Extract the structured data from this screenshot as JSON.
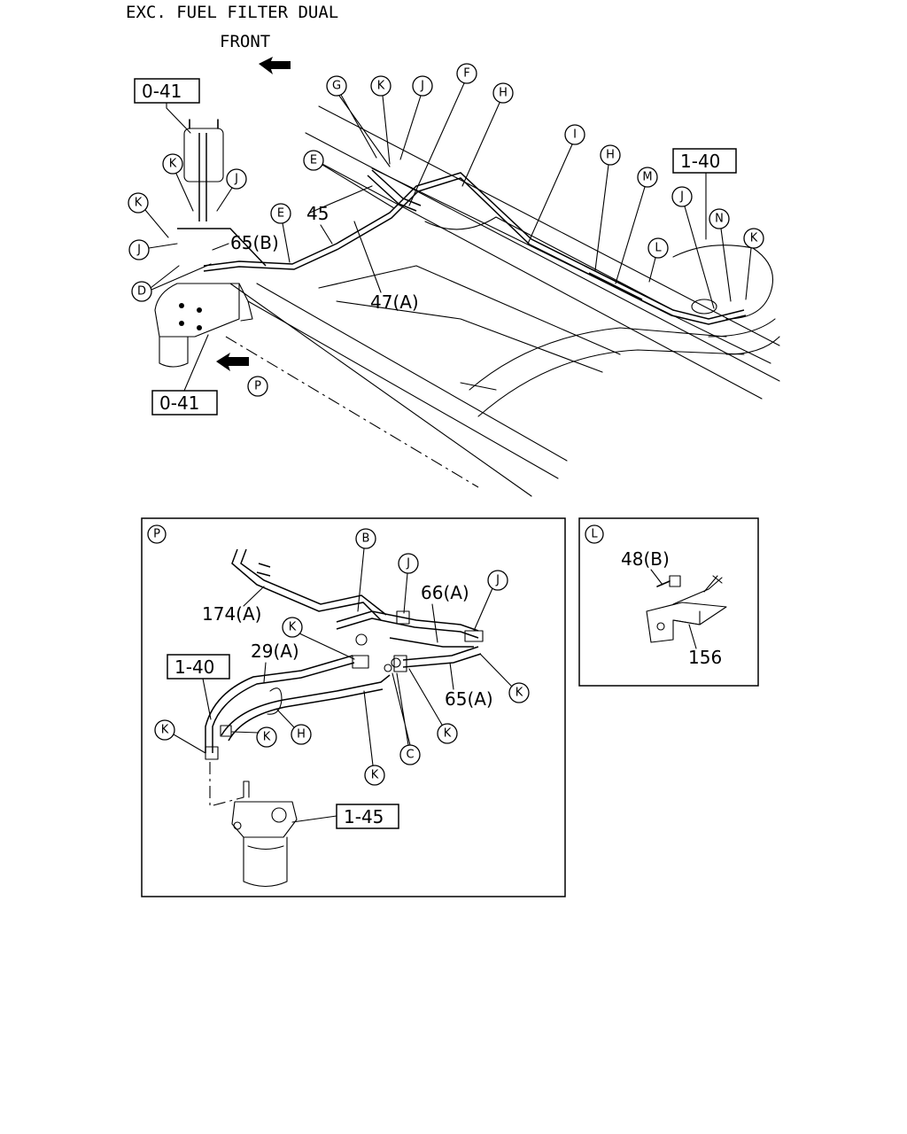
{
  "header": {
    "variant": "EXC. FUEL FILTER DUAL",
    "front": "FRONT"
  },
  "ref_boxes": {
    "o41_top": "0-41",
    "o41_bottom": "0-41",
    "r140_top": "1-40",
    "r140_detail": "1-40",
    "r145_detail": "1-45"
  },
  "callouts_main": {
    "g": "G",
    "k1": "K",
    "j1": "J",
    "f": "F",
    "h1": "H",
    "i": "I",
    "h2": "H",
    "m": "M",
    "e1": "E",
    "e2": "E",
    "k2": "K",
    "j2": "J",
    "k3": "K",
    "j3": "J",
    "d": "D",
    "l": "L",
    "j4": "J",
    "n": "N",
    "k4": "K",
    "p": "P"
  },
  "parts_main": {
    "p45": "45",
    "p65b": "65(B)",
    "p47a": "47(A)"
  },
  "detail_p": {
    "label": "P",
    "callouts": {
      "b": "B",
      "j1": "J",
      "j2": "J",
      "k1": "K",
      "k2": "K",
      "k3": "K",
      "k4": "K",
      "k5": "K",
      "k6": "K",
      "h": "H",
      "c": "C"
    },
    "parts": {
      "p174a": "174(A)",
      "p66a": "66(A)",
      "p29a": "29(A)",
      "p65a": "65(A)"
    }
  },
  "detail_l": {
    "label": "L",
    "parts": {
      "p48b": "48(B)",
      "p156": "156"
    }
  }
}
